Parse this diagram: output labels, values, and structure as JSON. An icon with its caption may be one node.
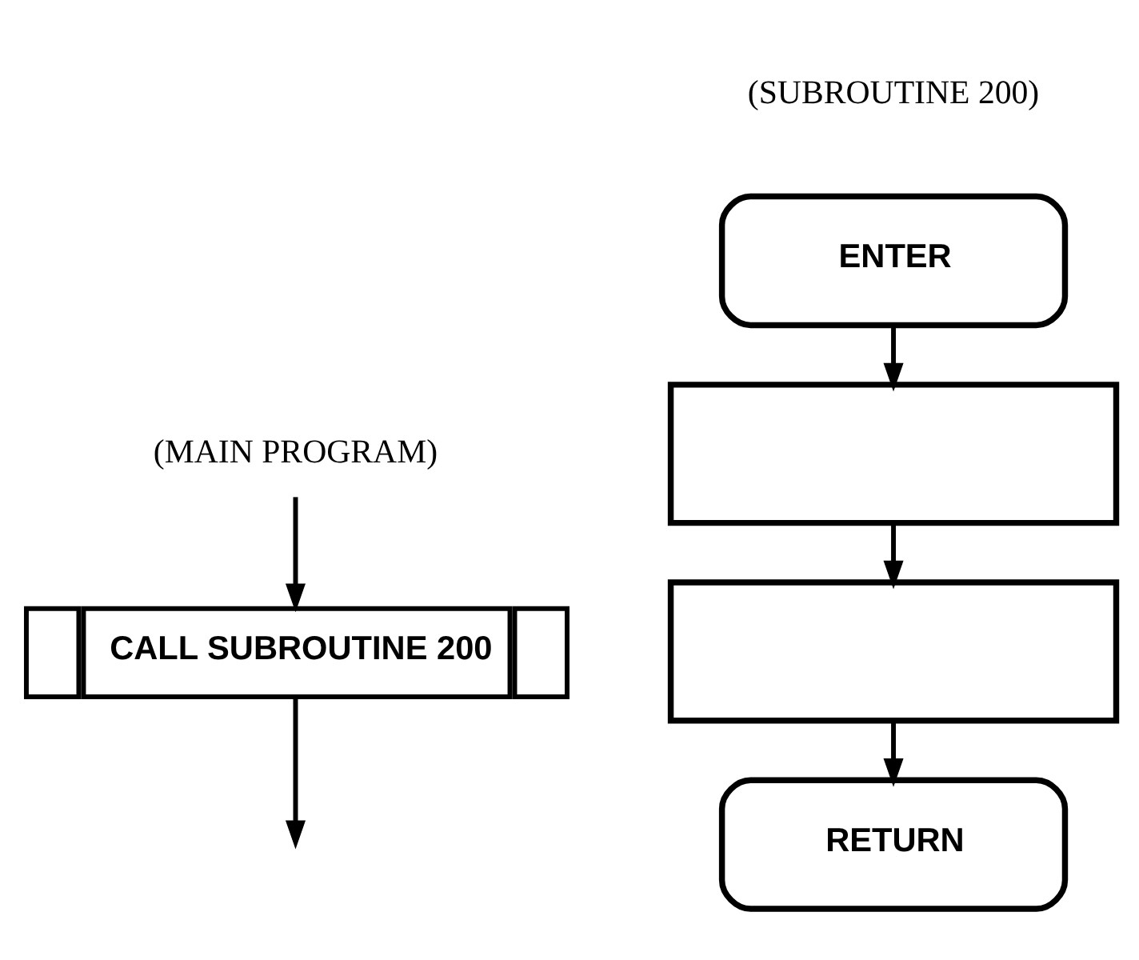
{
  "diagram": {
    "nodes": [
      {
        "text": [
          "(MAIN PROGRAM)"
        ]
      },
      {
        "text": [
          "CALL SUBROUTINE 200"
        ]
      },
      {
        "text": [
          "ENTER"
        ]
      },
      {
        "text": [],
        "shape": "box"
      },
      {
        "text": [],
        "shape": "box"
      },
      {
        "text": [
          "RETURN"
        ]
      }
    ],
    "edges": [
      {
        "from": 0,
        "to": 1,
        "arrow": "to"
      },
      {
        "from": 1,
        "to": null,
        "arrow": "to"
      },
      {
        "from": 2,
        "to": 3,
        "arrow": "to"
      },
      {
        "from": 3,
        "to": 4,
        "arrow": "to"
      },
      {
        "from": 4,
        "to": 5,
        "arrow": "to"
      }
    ],
    "labels": [
      "(SUBROUTINE 200)"
    ]
  }
}
